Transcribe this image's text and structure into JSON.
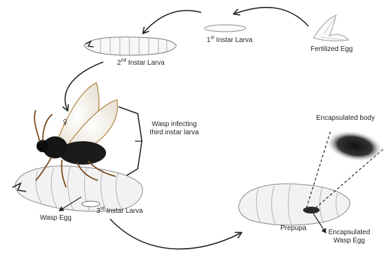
{
  "diagram": {
    "stages": {
      "fertilized_egg": "Fertilized Egg",
      "first_instar": {
        "number": "1",
        "suffix": "st",
        "name": "Instar Larva"
      },
      "second_instar": {
        "number": "2",
        "suffix": "nd",
        "name": "Instar Larva"
      },
      "third_instar": {
        "number": "3",
        "suffix": "rd",
        "name": "Instar Larva"
      },
      "prepupa": "Prepupa"
    },
    "annotations": {
      "wasp_infecting_line1": "Wasp infecting",
      "wasp_infecting_line2": "third instar larva",
      "female_symbol": "♀",
      "wasp_egg": "Wasp Egg",
      "encapsulated_body": "Encapsulated body",
      "encapsulated_wasp_egg_line1": "Encapsulated",
      "encapsulated_wasp_egg_line2": "Wasp Egg"
    }
  }
}
